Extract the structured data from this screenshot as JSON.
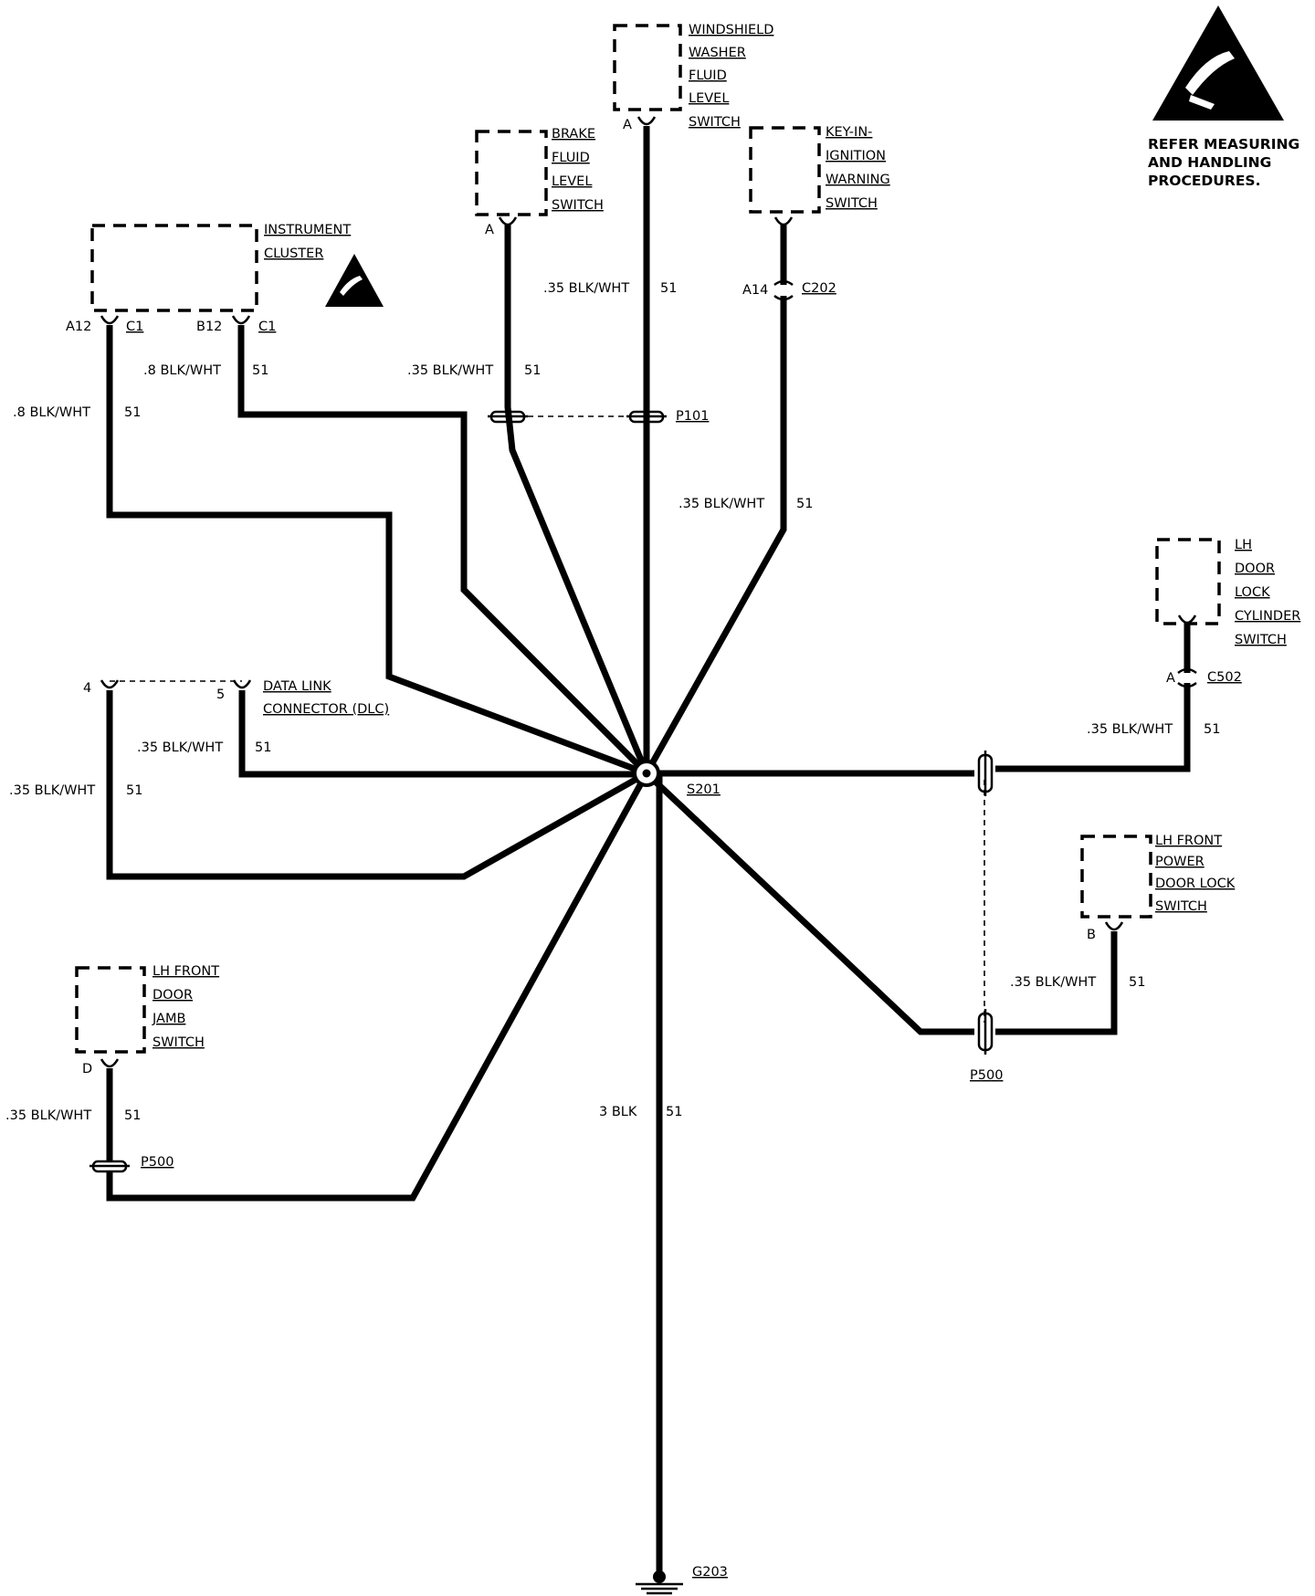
{
  "esd_notice": {
    "icon": "esd-warning-triangle-icon",
    "lines": [
      "REFER MEASURING",
      "AND HANDLING",
      "PROCEDURES."
    ]
  },
  "components": {
    "instrument_cluster": {
      "lines": [
        "INSTRUMENT",
        "CLUSTER"
      ]
    },
    "brake_fluid": {
      "lines": [
        "BRAKE",
        "FLUID",
        "LEVEL",
        "SWITCH"
      ]
    },
    "washer_fluid": {
      "lines": [
        "WINDSHIELD",
        "WASHER",
        "FLUID",
        "LEVEL",
        "SWITCH"
      ]
    },
    "key_in": {
      "lines": [
        "KEY-IN-",
        "IGNITION",
        "WARNING",
        "SWITCH"
      ]
    },
    "dlc": {
      "lines": [
        "DATA LINK",
        "CONNECTOR (DLC)"
      ]
    },
    "lh_lock_cyl": {
      "lines": [
        "LH",
        "DOOR",
        "LOCK",
        "CYLINDER",
        "SWITCH"
      ]
    },
    "lh_power_lock": {
      "lines": [
        "LH FRONT",
        "POWER",
        "DOOR LOCK",
        "SWITCH"
      ]
    },
    "lh_jamb": {
      "lines": [
        "LH FRONT",
        "DOOR",
        "JAMB",
        "SWITCH"
      ]
    }
  },
  "pins": {
    "a12": "A12",
    "b12": "B12",
    "c1": "C1",
    "brake_a": "A",
    "washer_a": "A",
    "a14": "A14",
    "dlc_4": "4",
    "dlc_5": "5",
    "lock_a": "A",
    "power_b": "B",
    "jamb_d": "D"
  },
  "connectors": {
    "c202": "C202",
    "c502": "C502",
    "p101": "P101",
    "p500": "P500",
    "s201": "S201",
    "g203": "G203"
  },
  "wires": {
    "bw08": ".8 BLK/WHT",
    "bw035": ".35 BLK/WHT",
    "blk3": "3 BLK",
    "circuit": "51"
  }
}
